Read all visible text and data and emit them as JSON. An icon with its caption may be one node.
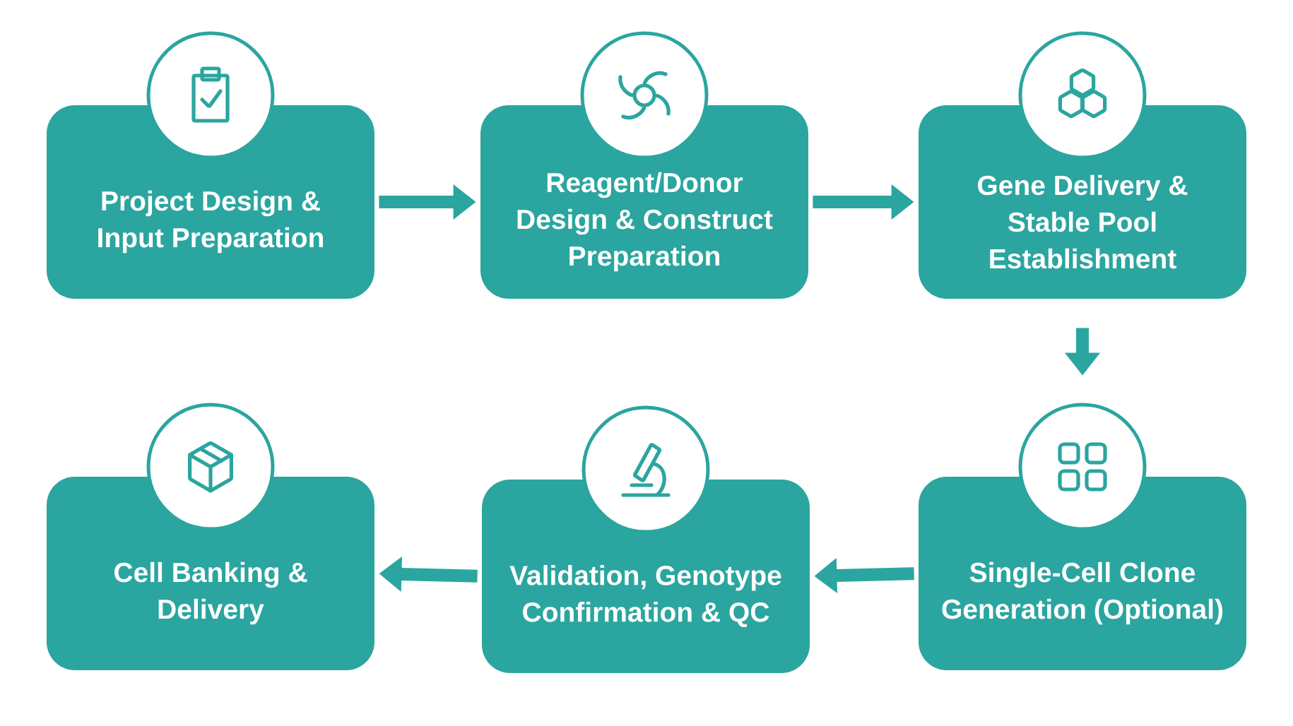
{
  "diagram": {
    "nodes": [
      {
        "text": [
          "Project Design & Input Preparation"
        ]
      },
      {
        "text": [
          "Reagent/Donor Design & Construct Preparation"
        ]
      },
      {
        "text": [
          "Gene Delivery & Stable Pool Establishment"
        ]
      },
      {
        "text": [
          "Single-Cell Clone Generation (Optional)"
        ]
      },
      {
        "text": [
          "Validation, Genotype Confirmation & QC"
        ]
      },
      {
        "text": [
          "Cell Banking & Delivery"
        ]
      }
    ],
    "edges": [
      {
        "from": 0,
        "to": 1,
        "arrow": "to"
      },
      {
        "from": 1,
        "to": 2,
        "arrow": "to"
      },
      {
        "from": 2,
        "to": 3,
        "arrow": "to"
      },
      {
        "from": 3,
        "to": 4,
        "arrow": "to"
      },
      {
        "from": 4,
        "to": 5,
        "arrow": "to"
      }
    ]
  }
}
